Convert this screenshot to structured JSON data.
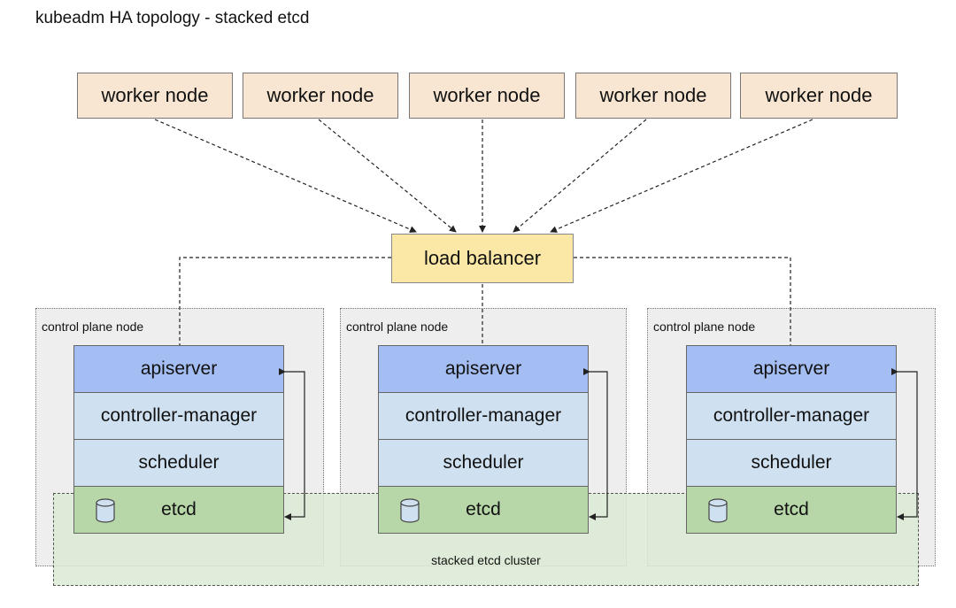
{
  "title": "kubeadm HA topology - stacked etcd",
  "workers": [
    "worker node",
    "worker node",
    "worker node",
    "worker node",
    "worker node"
  ],
  "load_balancer": "load balancer",
  "control_plane_nodes": [
    {
      "label": "control plane node",
      "layers": {
        "apiserver": "apiserver",
        "controller_manager": "controller-manager",
        "scheduler": "scheduler",
        "etcd": "etcd"
      }
    },
    {
      "label": "control plane node",
      "layers": {
        "apiserver": "apiserver",
        "controller_manager": "controller-manager",
        "scheduler": "scheduler",
        "etcd": "etcd"
      }
    },
    {
      "label": "control plane node",
      "layers": {
        "apiserver": "apiserver",
        "controller_manager": "controller-manager",
        "scheduler": "scheduler",
        "etcd": "etcd"
      }
    }
  ],
  "etcd_cluster_label": "stacked etcd cluster",
  "colors": {
    "worker": "#f8e6d2",
    "load_balancer": "#fce8a6",
    "apiserver": "#a4bdf2",
    "controller_manager": "#cfe0f0",
    "scheduler": "#cfe0f0",
    "etcd": "#b7d7a8",
    "etcd_cluster": "#d9ead3",
    "control_plane_bg": "#eeeeee"
  },
  "icons": {
    "etcd": "database-icon"
  }
}
